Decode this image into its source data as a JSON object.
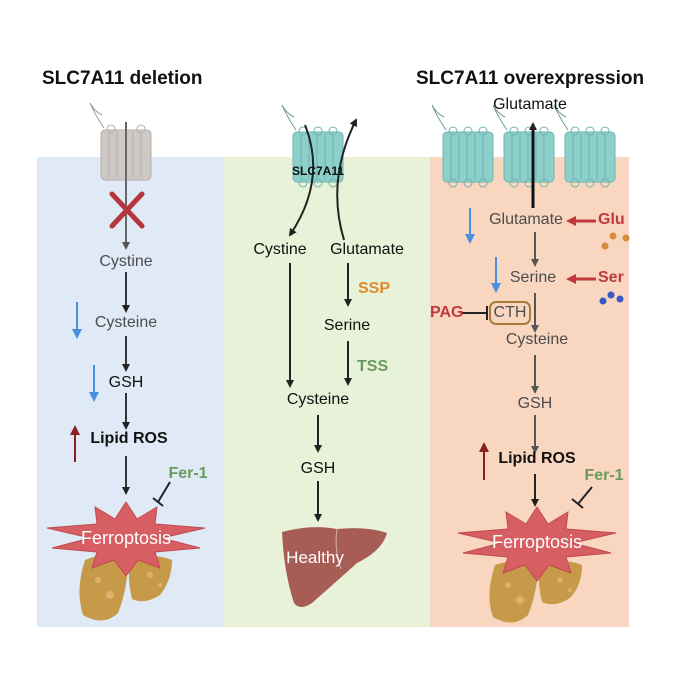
{
  "titles": {
    "left": "SLC7A11 deletion",
    "right": "SLC7A11 overexpression"
  },
  "colors": {
    "left_panel": "#dfeaf6",
    "middle_panel": "#e7f2d9",
    "right_panel": "#f8d6c0",
    "transporter_teal": "#8ccfcb",
    "transporter_gray": "#cfc9c6",
    "deletion_cross": "#b5363c",
    "down_arrow_blue": "#4a8fe0",
    "up_arrow_red": "#8b1e1e",
    "ferroptosis_burst": "#d75e63",
    "fatty_liver": "#c79a4a",
    "healthy_liver": "#a75d55",
    "ssp_orange": "#e08a2e",
    "tss_green": "#6a9a5c",
    "fer1_green": "#6a9a5c",
    "inhibitor_red": "#c0393b"
  },
  "left": {
    "cystine": "Cystine",
    "cysteine": "Cysteine",
    "gsh": "GSH",
    "lipid_ros": "Lipid ROS",
    "fer1": "Fer-1",
    "ferroptosis": "Ferroptosis"
  },
  "middle": {
    "transporter": "SLC7A11",
    "cystine": "Cystine",
    "glutamate": "Glutamate",
    "ssp": "SSP",
    "serine": "Serine",
    "tss": "TSS",
    "cysteine": "Cysteine",
    "gsh": "GSH",
    "healthy": "Healthy"
  },
  "right": {
    "glutamate_out": "Glutamate",
    "glutamate": "Glutamate",
    "glu": "Glu",
    "serine": "Serine",
    "ser": "Ser",
    "pag": "PAG",
    "cth": "CTH",
    "cysteine": "Cysteine",
    "gsh": "GSH",
    "lipid_ros": "Lipid ROS",
    "fer1": "Fer-1",
    "ferroptosis": "Ferroptosis"
  }
}
